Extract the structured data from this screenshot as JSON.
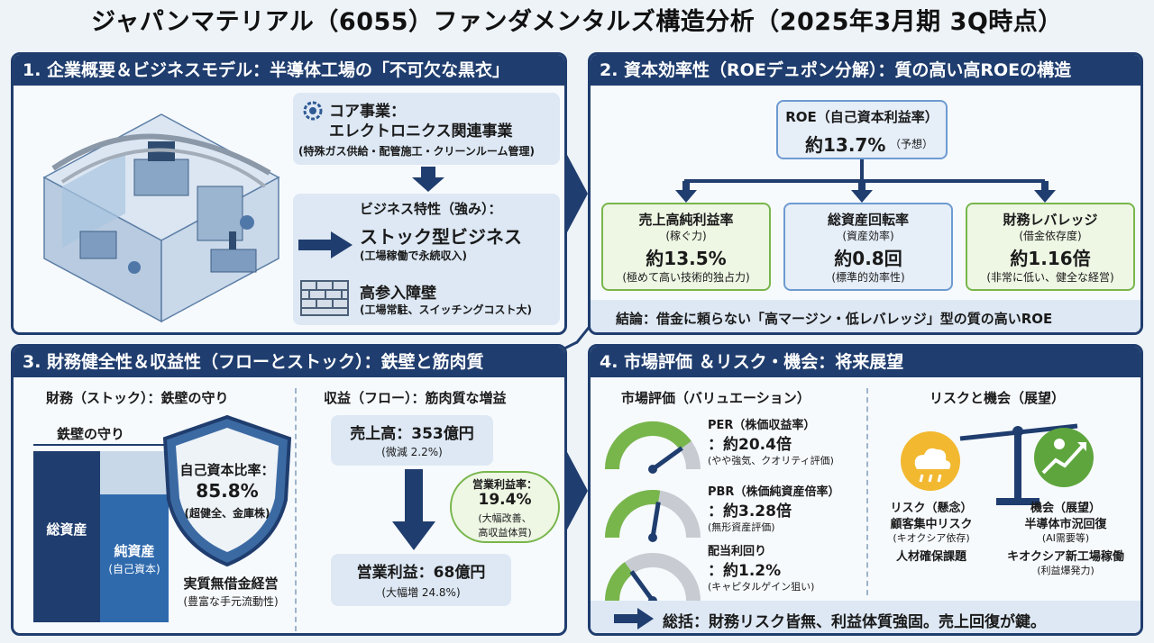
{
  "title": "ジャパンマテリアル（6055）ファンダメンタルズ構造分析（2025年3月期 3Q時点）",
  "colors": {
    "navy": "#1f3d6e",
    "green": "#78b64c",
    "lightblue": "#dde8f4",
    "accent": "#2f5a94"
  },
  "section1": {
    "header": "1. 企業概要＆ビジネスモデル：半導体工場の「不可欠な黒衣」",
    "core_title": "コア事業：",
    "core_name": "エレクトロニクス関連事業",
    "core_detail": "(特殊ガス供給・配管施工・クリーンルーム管理)",
    "trait_title": "ビジネス特性（強み）：",
    "trait_name": "ストック型ビジネス",
    "trait_detail": "(工場稼働で永続収入)",
    "barrier_title": "高参入障壁",
    "barrier_detail": "(工場常駐、スイッチングコスト大)"
  },
  "section2": {
    "header": "2. 資本効率性（ROEデュポン分解）：質の高い高ROEの構造",
    "roe_label": "ROE（自己資本利益率）",
    "roe_value": "約13.7%",
    "roe_note": "（予想）",
    "items": [
      {
        "label": "売上高純利益率",
        "sub": "(稼ぐ力)",
        "value": "約13.5%",
        "note": "(極めて高い技術的独占力)"
      },
      {
        "label": "総資産回転率",
        "sub": "(資産効率)",
        "value": "約0.8回",
        "note": "(標準的効率性)"
      },
      {
        "label": "財務レバレッジ",
        "sub": "(借金依存度)",
        "value": "約1.16倍",
        "note": "(非常に低い、健全な経営)"
      }
    ],
    "conclusion": "結論：借金に頼らない「高マージン・低レバレッジ」型の質の高いROE"
  },
  "section3": {
    "header": "3. 財務健全性＆収益性（フローとストック）：鉄壁と筋肉質",
    "stock_title": "財務（ストック）：鉄壁の守り",
    "wall_label": "鉄壁の守り",
    "total_assets": "総資産",
    "net_assets": "純資産",
    "net_assets_sub": "(自己資本)",
    "equity_label": "自己資本比率：",
    "equity_value": "85.8%",
    "equity_note": "(超健全、金庫株)",
    "debtfree_title": "実質無借金経営",
    "debtfree_note": "(豊富な手元流動性)",
    "flow_title": "収益（フロー）：筋肉質な増益",
    "sales": "売上高：353億円",
    "sales_change": "(微減 2.2%)",
    "margin_label": "営業利益率：",
    "margin_value": "19.4%",
    "margin_note1": "(大幅改善、",
    "margin_note2": "高収益体質)",
    "op_profit": "営業利益：68億円",
    "op_change": "(大幅増 24.8%)"
  },
  "section4": {
    "header": "4. 市場評価 ＆リスク・機会：将来展望",
    "valuation_title": "市場評価（バリュエーション）",
    "gauges": [
      {
        "label": "PER（株価収益率）",
        "value": "：約20.4倍",
        "note": "(やや強気、クオリティ評価)",
        "level": 0.8
      },
      {
        "label": "PBR（株価純資産倍率）",
        "value": "：約3.28倍",
        "note": "(無形資産評価)",
        "level": 0.55
      },
      {
        "label": "配当利回り",
        "value": "：約1.2%",
        "note": "(キャピタルゲイン狙い)",
        "level": 0.3
      }
    ],
    "risk_title": "リスクと機会（展望）",
    "risk_label": "リスク（懸念）",
    "risk_1": "顧客集中リスク",
    "risk_2": "(キオクシア依存)",
    "risk_3": "人材確保課題",
    "opp_label": "機会（展望）",
    "opp_1": "半導体市況回復",
    "opp_2": "(AI需要等)",
    "opp_3": "キオクシア新工場稼働",
    "opp_4": "(利益爆発力)",
    "summary": "総括：財務リスク皆無、利益体質強固。売上回復が鍵。"
  }
}
